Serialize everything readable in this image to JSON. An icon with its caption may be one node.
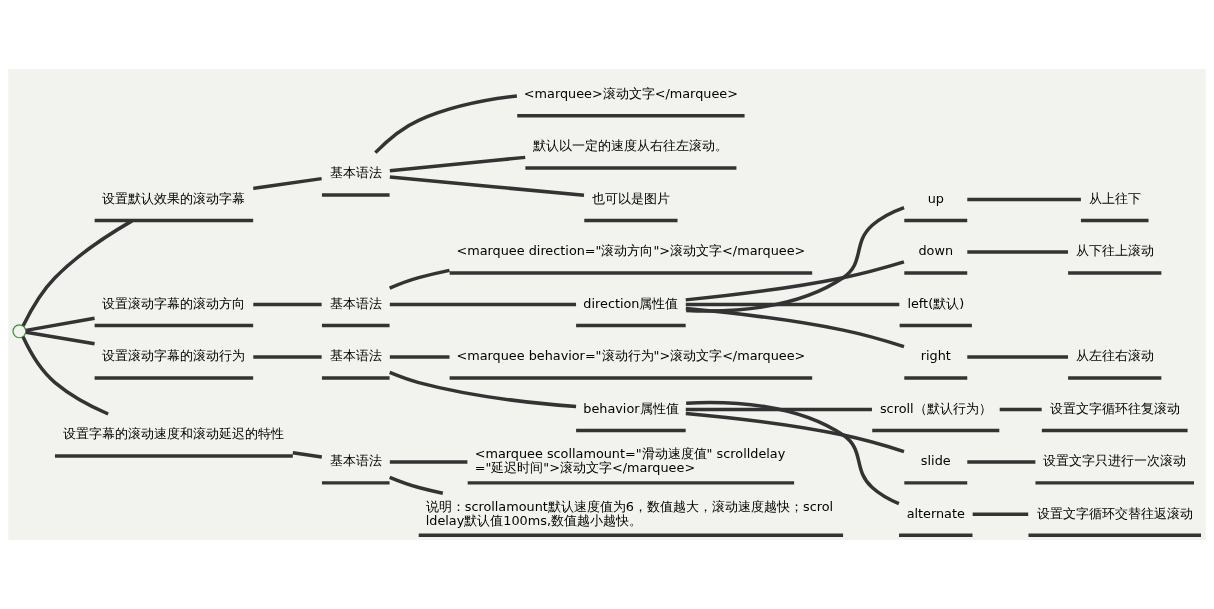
{
  "diagram": {
    "nodes": [
      {
        "text": [],
        "shape": "circle"
      },
      {
        "text": [
          "设置默认效果的滚动字幕"
        ]
      },
      {
        "text": [
          "基本语法"
        ]
      },
      {
        "text": [
          "<marquee>滚动文字</marquee>"
        ]
      },
      {
        "text": [
          "默认以一定的速度从右往左滚动。"
        ]
      },
      {
        "text": [
          "也可以是图片"
        ]
      },
      {
        "text": [
          "设置滚动字幕的滚动方向"
        ]
      },
      {
        "text": [
          "基本语法"
        ]
      },
      {
        "text": [
          "<marquee direction=\"滚动方向\">滚动文字</marquee>"
        ]
      },
      {
        "text": [
          "direction属性值"
        ]
      },
      {
        "text": [
          "up"
        ]
      },
      {
        "text": [
          "从上往下"
        ]
      },
      {
        "text": [
          "down"
        ]
      },
      {
        "text": [
          "从下往上滚动"
        ]
      },
      {
        "text": [
          "left(默认)"
        ]
      },
      {
        "text": [
          "right"
        ]
      },
      {
        "text": [
          "从左往右滚动"
        ]
      },
      {
        "text": [
          "设置滚动字幕的滚动行为"
        ]
      },
      {
        "text": [
          "基本语法"
        ]
      },
      {
        "text": [
          "<marquee behavior=\"滚动行为\">滚动文字</marquee>"
        ]
      },
      {
        "text": [
          "behavior属性值"
        ]
      },
      {
        "text": [
          "scroll（默认行为）"
        ]
      },
      {
        "text": [
          "设置文字循环往复滚动"
        ]
      },
      {
        "text": [
          "slide"
        ]
      },
      {
        "text": [
          "设置文字只进行一次滚动"
        ]
      },
      {
        "text": [
          "alternate"
        ]
      },
      {
        "text": [
          "设置文字循环交替往返滚动"
        ]
      },
      {
        "text": [
          "设置字幕的滚动速度和滚动延迟的特性"
        ]
      },
      {
        "text": [
          "基本语法"
        ]
      },
      {
        "text": [
          "<marquee scollamount=\"滑动速度值\" scrolldelay=\"延迟时间\">滚动文字</marquee>"
        ]
      },
      {
        "text": [
          "说明：scrollamount默认速度值为6，数值越大，滚动速度越快；scrolldelay默认值100ms,数值越小越快。"
        ]
      }
    ],
    "edges": [
      {
        "from": 0,
        "to": 1,
        "arrow": "none"
      },
      {
        "from": 1,
        "to": 2,
        "arrow": "none"
      },
      {
        "from": 2,
        "to": 3,
        "arrow": "none"
      },
      {
        "from": 2,
        "to": 4,
        "arrow": "none"
      },
      {
        "from": 2,
        "to": 5,
        "arrow": "none"
      },
      {
        "from": 0,
        "to": 6,
        "arrow": "none"
      },
      {
        "from": 6,
        "to": 7,
        "arrow": "none"
      },
      {
        "from": 7,
        "to": 8,
        "arrow": "none"
      },
      {
        "from": 7,
        "to": 9,
        "arrow": "none"
      },
      {
        "from": 9,
        "to": 10,
        "arrow": "none"
      },
      {
        "from": 10,
        "to": 11,
        "arrow": "none"
      },
      {
        "from": 9,
        "to": 12,
        "arrow": "none"
      },
      {
        "from": 12,
        "to": 13,
        "arrow": "none"
      },
      {
        "from": 9,
        "to": 14,
        "arrow": "none"
      },
      {
        "from": 9,
        "to": 15,
        "arrow": "none"
      },
      {
        "from": 15,
        "to": 16,
        "arrow": "none"
      },
      {
        "from": 0,
        "to": 17,
        "arrow": "none"
      },
      {
        "from": 17,
        "to": 18,
        "arrow": "none"
      },
      {
        "from": 18,
        "to": 19,
        "arrow": "none"
      },
      {
        "from": 18,
        "to": 20,
        "arrow": "none"
      },
      {
        "from": 20,
        "to": 21,
        "arrow": "none"
      },
      {
        "from": 21,
        "to": 22,
        "arrow": "none"
      },
      {
        "from": 20,
        "to": 23,
        "arrow": "none"
      },
      {
        "from": 23,
        "to": 24,
        "arrow": "none"
      },
      {
        "from": 20,
        "to": 25,
        "arrow": "none"
      },
      {
        "from": 25,
        "to": 26,
        "arrow": "none"
      },
      {
        "from": 0,
        "to": 27,
        "arrow": "none"
      },
      {
        "from": 27,
        "to": 28,
        "arrow": "none"
      },
      {
        "from": 28,
        "to": 29,
        "arrow": "none"
      },
      {
        "from": 28,
        "to": 30,
        "arrow": "none"
      }
    ]
  }
}
